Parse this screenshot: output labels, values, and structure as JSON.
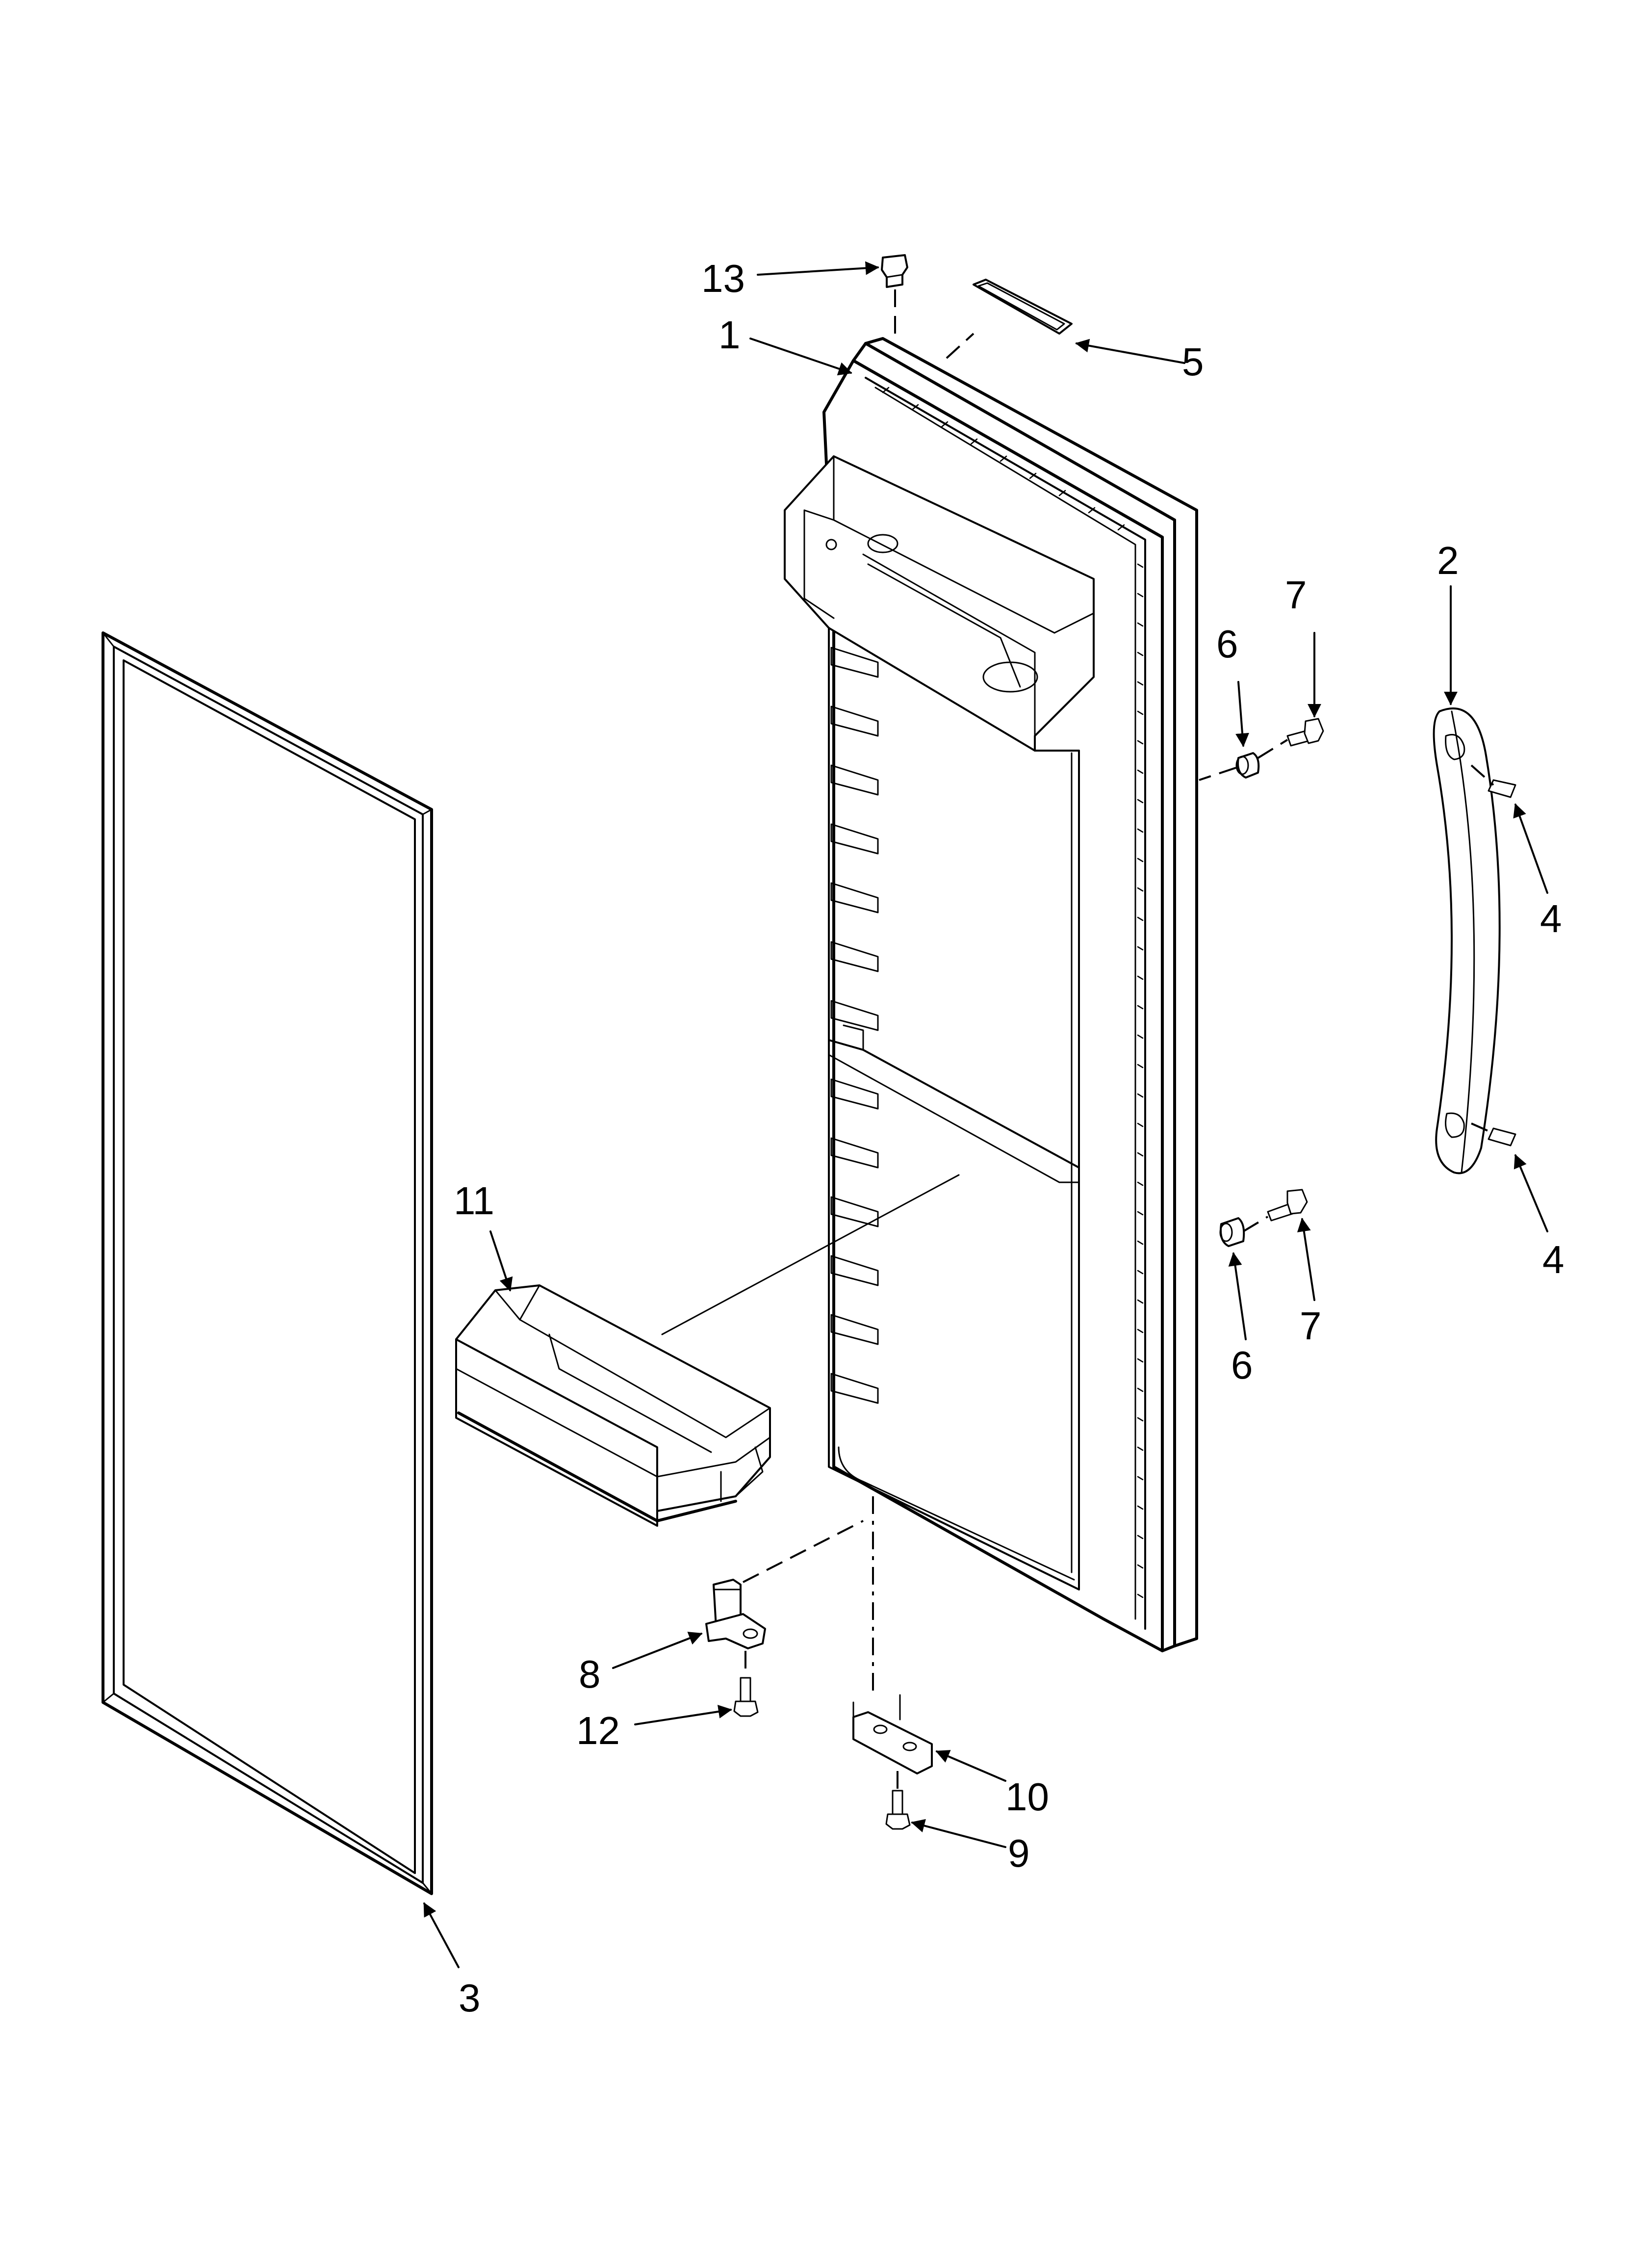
{
  "diagram": {
    "callouts": [
      {
        "id": "c13",
        "label": "13"
      },
      {
        "id": "c1",
        "label": "1"
      },
      {
        "id": "c5",
        "label": "5"
      },
      {
        "id": "c2",
        "label": "2"
      },
      {
        "id": "c7a",
        "label": "7"
      },
      {
        "id": "c6a",
        "label": "6"
      },
      {
        "id": "c4a",
        "label": "4"
      },
      {
        "id": "c11",
        "label": "11"
      },
      {
        "id": "c4b",
        "label": "4"
      },
      {
        "id": "c7b",
        "label": "7"
      },
      {
        "id": "c6b",
        "label": "6"
      },
      {
        "id": "c8",
        "label": "8"
      },
      {
        "id": "c12",
        "label": "12"
      },
      {
        "id": "c10",
        "label": "10"
      },
      {
        "id": "c9",
        "label": "9"
      },
      {
        "id": "c3",
        "label": "3"
      }
    ]
  }
}
